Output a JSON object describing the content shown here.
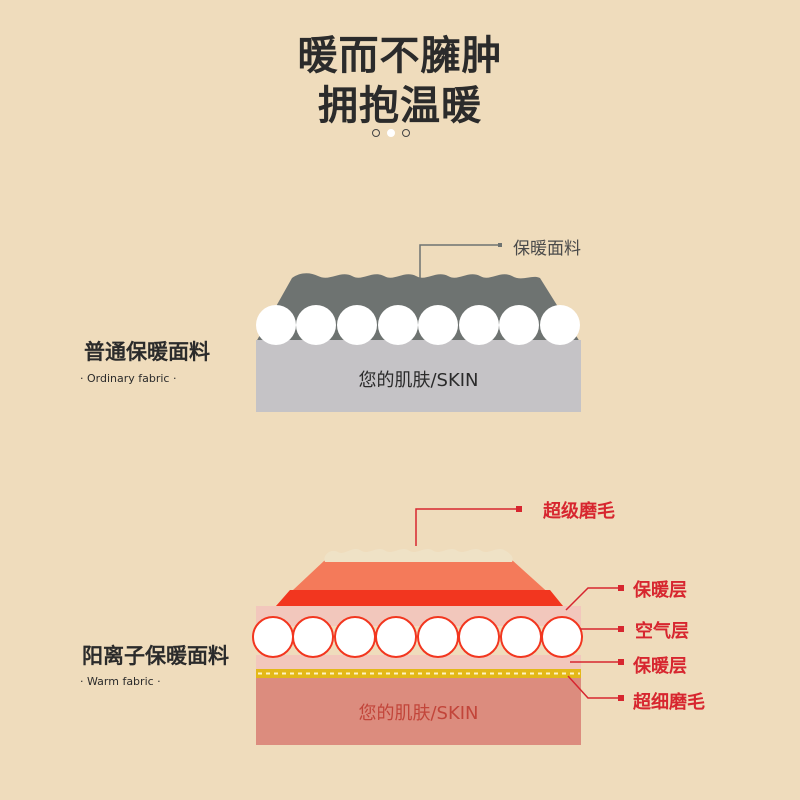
{
  "header": {
    "title_line1": "暖而不臃肿",
    "title_line2": "拥抱温暖",
    "carousel_dots": 3,
    "active_dot": 1
  },
  "ordinary": {
    "label": "普通保暖面料",
    "sub_label": "· Ordinary fabric ·",
    "callout": "保暖面料",
    "skin_label": "您的肌肤/SKIN",
    "colors": {
      "fabric": "#6e7371",
      "skin": "#c5c3c6",
      "fiber": "#ffffff"
    }
  },
  "warm": {
    "label": "阳离子保暖面料",
    "sub_label": "· Warm fabric ·",
    "callouts": {
      "top_brushed": "超级磨毛",
      "warm_layer_top": "保暖层",
      "air_layer": "空气层",
      "warm_layer_bottom": "保暖层",
      "bottom_brushed": "超细磨毛"
    },
    "skin_label": "您的肌肤/SKIN",
    "colors": {
      "fleece": "#efe2c6",
      "salmon": "#f47a5a",
      "red": "#f2361f",
      "pink": "#f2c7bc",
      "gold": "#e3b818",
      "skin": "#dc8c7e",
      "accent": "#d7262f"
    }
  }
}
